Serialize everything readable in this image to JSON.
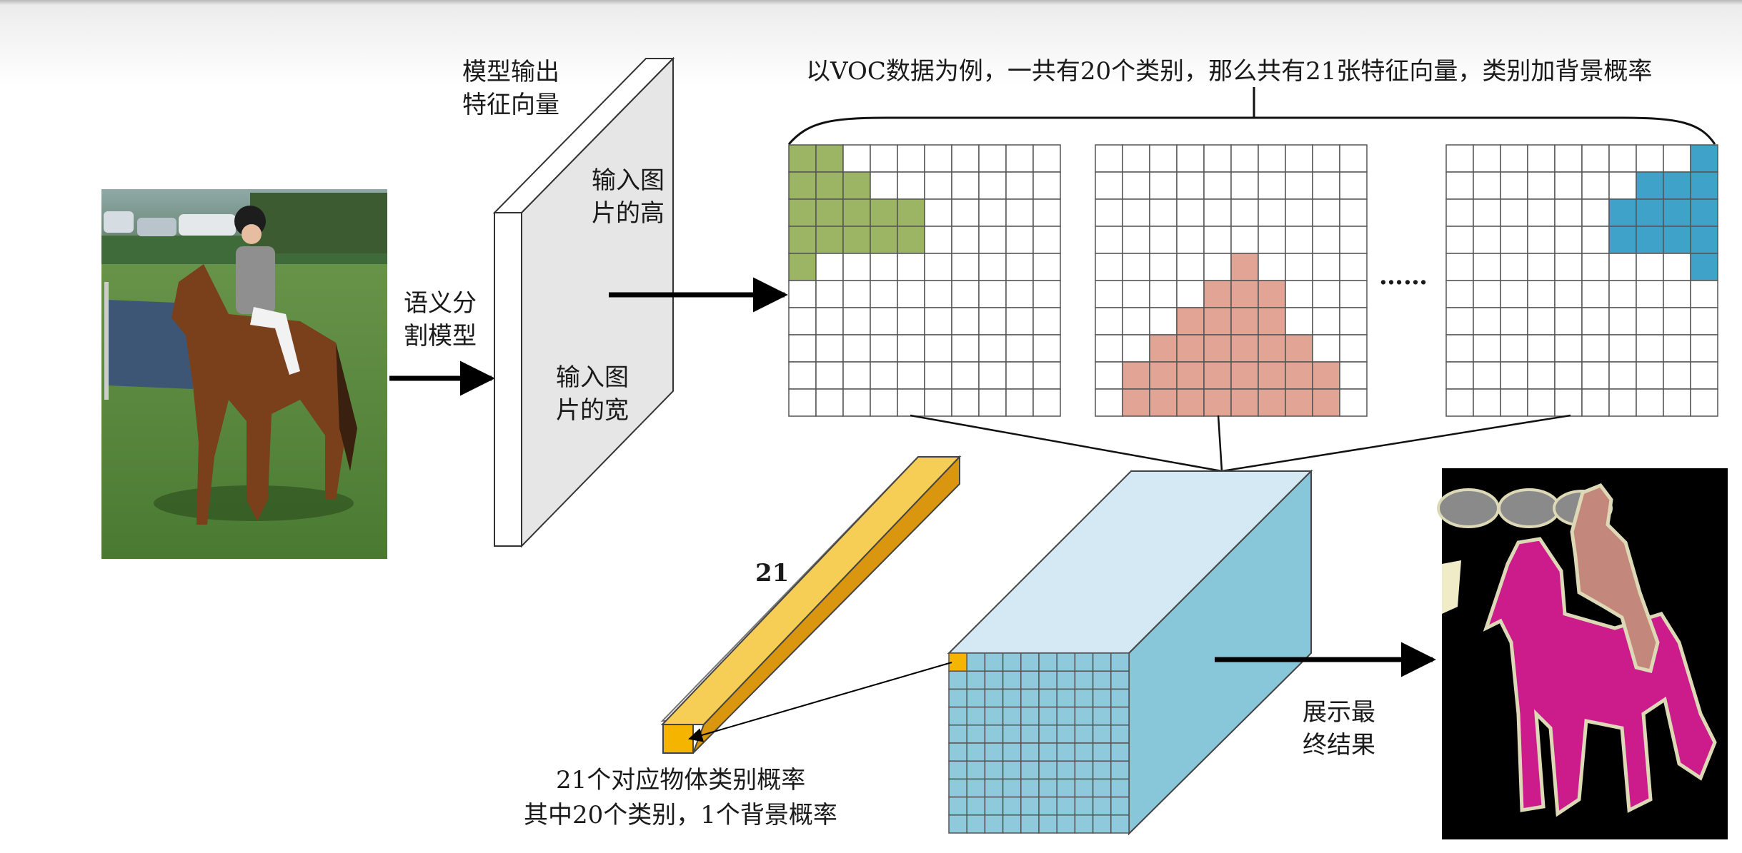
{
  "labels": {
    "segmentation_model": "语义分\n割模型",
    "model_output": "模型输出\n特征向量",
    "input_height": "输入图\n片的高",
    "input_width": "输入图\n片的宽",
    "voc_note": "以VOC数据为例，一共有20个类别，那么共有21张特征向量，类别加背景概率",
    "ellipsis": "……",
    "vector_length": "21",
    "class_prob_line1": "21个对应物体类别概率",
    "class_prob_line2": "其中20个类别，1个背景概率",
    "show_result": "展示最\n终结果"
  },
  "colors": {
    "green_class": "#9bb565",
    "salmon_class": "#e2a494",
    "blue_class": "#3ea2c9",
    "cube_front": "#8fc9dc",
    "cube_top": "#d4e9f3",
    "cube_side": "#88c6da",
    "vector_light": "#f6cd55",
    "vector_dark": "#d9960e",
    "vector_end": "#f5b400",
    "panel_face": "#e6e6e6",
    "mask_background": "#000000",
    "mask_horse": "#cc1b8a",
    "mask_person": "#c4877b",
    "mask_outline": "#ddd9b6"
  },
  "icons": [
    "arrow-icon"
  ]
}
